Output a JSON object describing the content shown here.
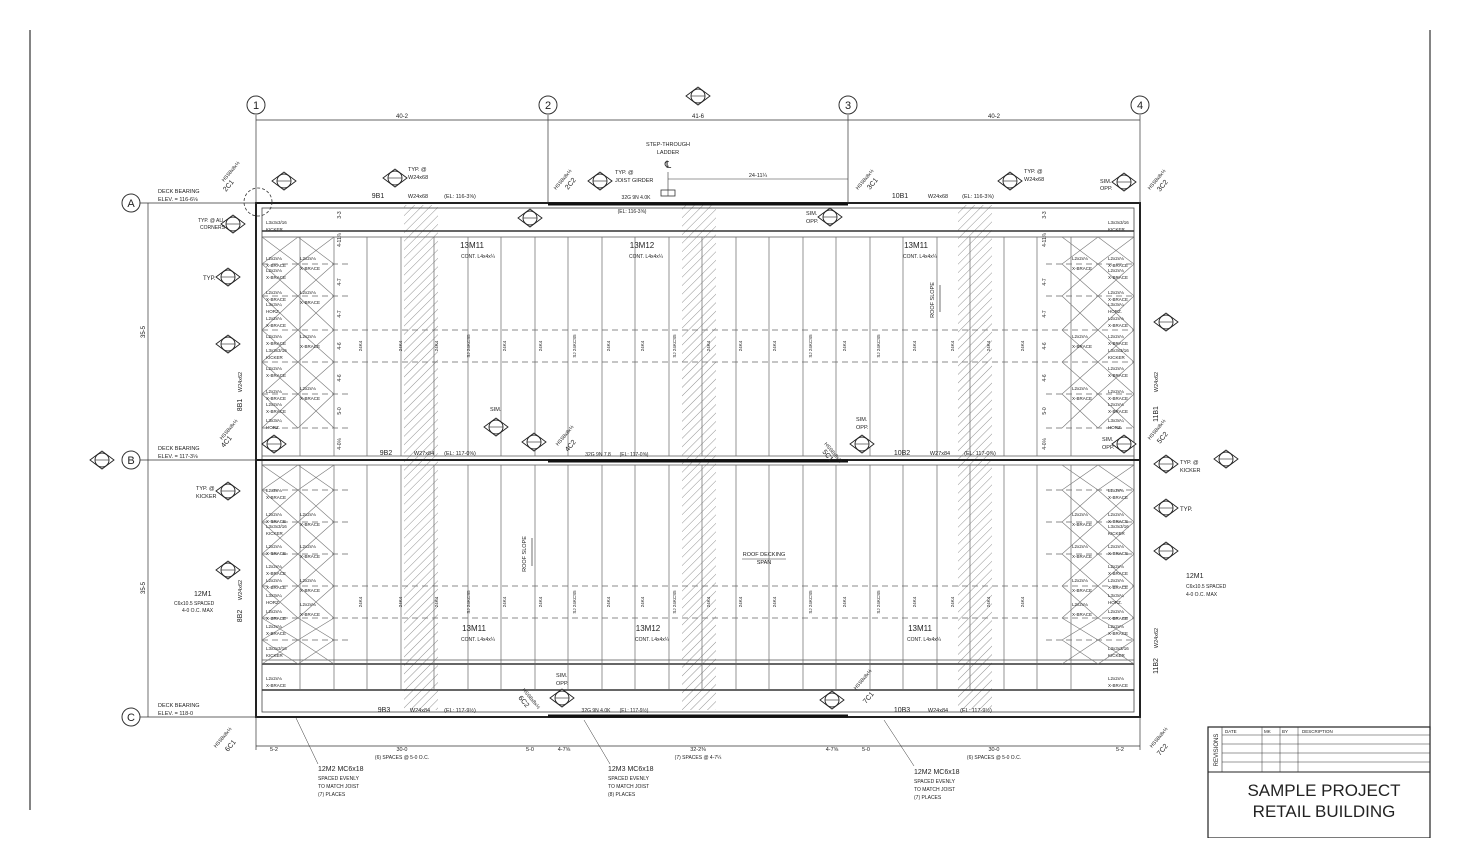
{
  "grid": {
    "columns": [
      "1",
      "2",
      "3",
      "4"
    ],
    "rows": [
      "A",
      "B",
      "C"
    ],
    "top_dims": [
      "40-2",
      "41-6",
      "40-2"
    ],
    "left_dims": [
      "35-5",
      "35-5"
    ]
  },
  "notes": {
    "ladder": [
      "STEP-THROUGH",
      "LADDER"
    ],
    "ladder_dim": "24-11¼",
    "deck_a": [
      "DECK BEARING",
      "ELEV. = 116-6⅛"
    ],
    "deck_b": [
      "DECK BEARING",
      "ELEV. = 117-3⅛"
    ],
    "deck_c": [
      "DECK BEARING",
      "ELEV. = 118-0"
    ],
    "typ_corners": [
      "TYP. @ ALL",
      "CORNERS"
    ],
    "typ": "TYP.",
    "typ_kicker": [
      "TYP. @",
      "KICKER"
    ],
    "typ_w24x68": [
      "TYP. @",
      "W24x68"
    ],
    "typ_joist_girder": [
      "TYP. @",
      "JOIST GIRDER"
    ],
    "sim": "SIM.",
    "sim_opp": [
      "SIM.",
      "OPP."
    ],
    "roof_slope": "ROOF SLOPE",
    "roof_decking": [
      "ROOF DECKING",
      "SPAN"
    ],
    "cont_l4": "CONT. L4x4x¼",
    "left_12m1": [
      "12M1",
      "C6x10.5 SPACED",
      "4-0 O.C. MAX"
    ],
    "right_12m1": [
      "12M1",
      "C6x10.5 SPACED",
      "4-0 O.C. MAX"
    ]
  },
  "beams": {
    "b9b1": "9B1",
    "b10b1": "10B1",
    "b9b2": "9B2",
    "b10b2": "10B2",
    "b9b3": "9B3",
    "b10b3": "10B3",
    "b8b1": "8B1",
    "b8b2": "8B2",
    "b11b1": "11B1",
    "b11b2": "11B2",
    "w24x68": "W24x68",
    "w27x84": "W27x84",
    "w24x84": "W24x84",
    "w24x62": "W24x62",
    "el_a": "(EL: 116-3⅝)",
    "el_b": "(EL: 117-0⅝)",
    "el_c": "(EL: 117-9½)",
    "jg_a": "32G 9N 4.0K",
    "jg_a_el": "(EL: 116-3⅝)",
    "jg_b": "32G 9N 7.8",
    "jg_c": "32G 9N 4.0K",
    "m13m11": "13M11",
    "m13m12": "13M12"
  },
  "columns_marks": {
    "c2c1": "2C1",
    "c2c2": "2C2",
    "c3c1": "3C1",
    "c3c2": "3C2",
    "c4c1": "4C1",
    "c4c2": "4C2",
    "c5c1": "5C1",
    "c5c2": "5C2",
    "c6c1": "6C1",
    "c6c2": "6C2",
    "c7c1": "7C1",
    "c7c2": "7C2",
    "hss": "HSS8x8x½"
  },
  "members": {
    "kicker": [
      "L3x3x3/16",
      "KICKER"
    ],
    "xbrace": [
      "L2x2x⅛",
      "X-BRACE"
    ],
    "horz": [
      "L3x3x¼",
      "HORZ."
    ],
    "joist": "24K4",
    "sj": "SJ 24KCS5"
  },
  "bottom_dims": [
    "5-2",
    "30-0",
    "5-0",
    "4-7⅝",
    "32-2⅜",
    "4-7⅝",
    "5-0",
    "30-0",
    "5-2"
  ],
  "bottom_spacing": [
    "(6) SPACES @ 5-0 O.C.",
    "(7) SPACES @ 4-7¼",
    "(6) SPACES @ 5-0 O.C."
  ],
  "bottom_notes": [
    [
      "12M2  MC6x18",
      "SPACED EVENLY",
      "TO MATCH JOIST",
      "(7) PLACES"
    ],
    [
      "12M3  MC6x18",
      "SPACED EVENLY",
      "TO MATCH JOIST",
      "(8) PLACES"
    ],
    [
      "12M2  MC6x18",
      "SPACED EVENLY",
      "TO MATCH JOIST",
      "(7) PLACES"
    ]
  ],
  "bay_dims": [
    "3-3",
    "4-11⅞",
    "4-7",
    "4-7",
    "4-6",
    "4-6",
    "5-0",
    "4-0⅛"
  ],
  "title_block": {
    "revisions": "REVISIONS",
    "headers": [
      "DATE",
      "MK",
      "BY",
      "DESCRIPTION"
    ],
    "project": "SAMPLE PROJECT",
    "building": "RETAIL BUILDING"
  }
}
